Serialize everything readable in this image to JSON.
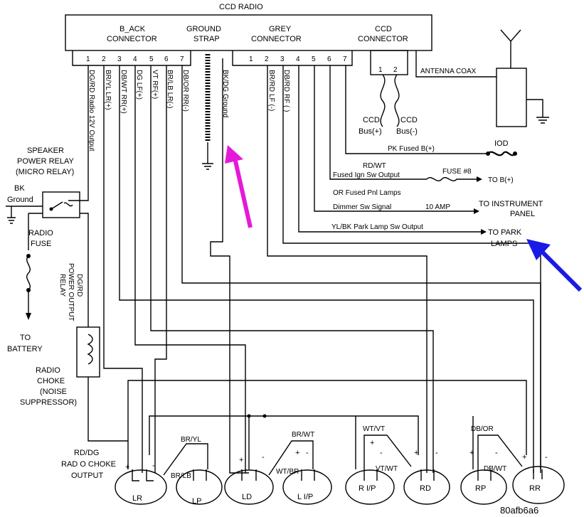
{
  "radio": {
    "title": "CCD RADIO",
    "black_connector": [
      "B_ACK",
      "CONNECTOR"
    ],
    "ground_strap": [
      "GROUND",
      "STRAP"
    ],
    "grey_connector": [
      "GREY",
      "CONNECTOR"
    ],
    "ccd_connector": [
      "CCD",
      "CONNECTOR"
    ],
    "black_pins": [
      "1",
      "2",
      "3",
      "4",
      "5",
      "6",
      "7"
    ],
    "grey_pins": [
      "1",
      "2",
      "3",
      "4",
      "5",
      "6",
      "7"
    ],
    "ccd_pins": [
      "1",
      "2"
    ]
  },
  "black_wires": [
    "DG/RD Radio 12V Output",
    "BR/YL LR(+)",
    "DB/WT RR(+)",
    "DG LF(+)",
    "VT RF(+)",
    "BR/LB LR(-)",
    "DB/OR RR(-)"
  ],
  "ground_wire": "BK/DG Ground",
  "grey_wires": [
    "BR/RD LF (-)",
    "DB/RD RF ( )"
  ],
  "ccd": {
    "bus_plus": [
      "CCD",
      "Bus(+)"
    ],
    "bus_minus": [
      "CCD",
      "Bus(-)"
    ],
    "antenna": "ANTENNA COAX"
  },
  "right_labels": {
    "pk": "PK Fused B(+)",
    "iod": "IOD",
    "rdwt": "RD/WT",
    "fused_ign": "Fused Ign Sw Output",
    "fuse8": "FUSE #8",
    "to_b": "TO B(+)",
    "or_fused": "OR Fused Pnl Lamps",
    "dimmer": "Dimmer Sw Signal",
    "amp": "10 AMP",
    "to_instr": [
      "TO INSTRUMENT",
      "PANEL"
    ],
    "park_sw": "YL/BK Park Lamp Sw Output",
    "to_park": [
      "TO PARK",
      "LAMPS"
    ]
  },
  "left_labels": {
    "speaker_relay": [
      "SPEAKER",
      "POWER RELAY",
      "(MICRO RELAY)"
    ],
    "bk": "BK",
    "ground": "Ground",
    "radio_fuse": [
      "RADIO",
      "FUSE"
    ],
    "to_battery": [
      "TO",
      "BATTERY"
    ],
    "power_relay": [
      "DG/RD",
      "POWER OUTPUT",
      "RELAY"
    ],
    "radio_choke": [
      "RADIO",
      "CHOKE",
      "(NOISE",
      "SUPPRESSOR)"
    ],
    "choke_output": [
      "RD/DG",
      "RAD O CHOKE",
      "OUTPUT"
    ]
  },
  "speakers": [
    {
      "name": "LR"
    },
    {
      "name": "LP"
    },
    {
      "name": "LD"
    },
    {
      "name": "L I/P"
    },
    {
      "name": "R I/P"
    },
    {
      "name": "RD"
    },
    {
      "name": "RP"
    },
    {
      "name": "RR"
    }
  ],
  "speaker_wires": {
    "bryl": "BR/YL",
    "brlb": "BR/LB",
    "brwt": "BR/WT",
    "wtbr": "WT/BR",
    "wtvt": "WT/VT",
    "vtwt": "VT/WT",
    "dbor": "DB/OR",
    "dbwt": "DB/WT"
  },
  "polarity": {
    "plus": "+",
    "minus": "-"
  },
  "figure_id": "80afb6a6",
  "arrow_colors": {
    "magenta": "#e619d9",
    "blue": "#1a1ae6"
  }
}
